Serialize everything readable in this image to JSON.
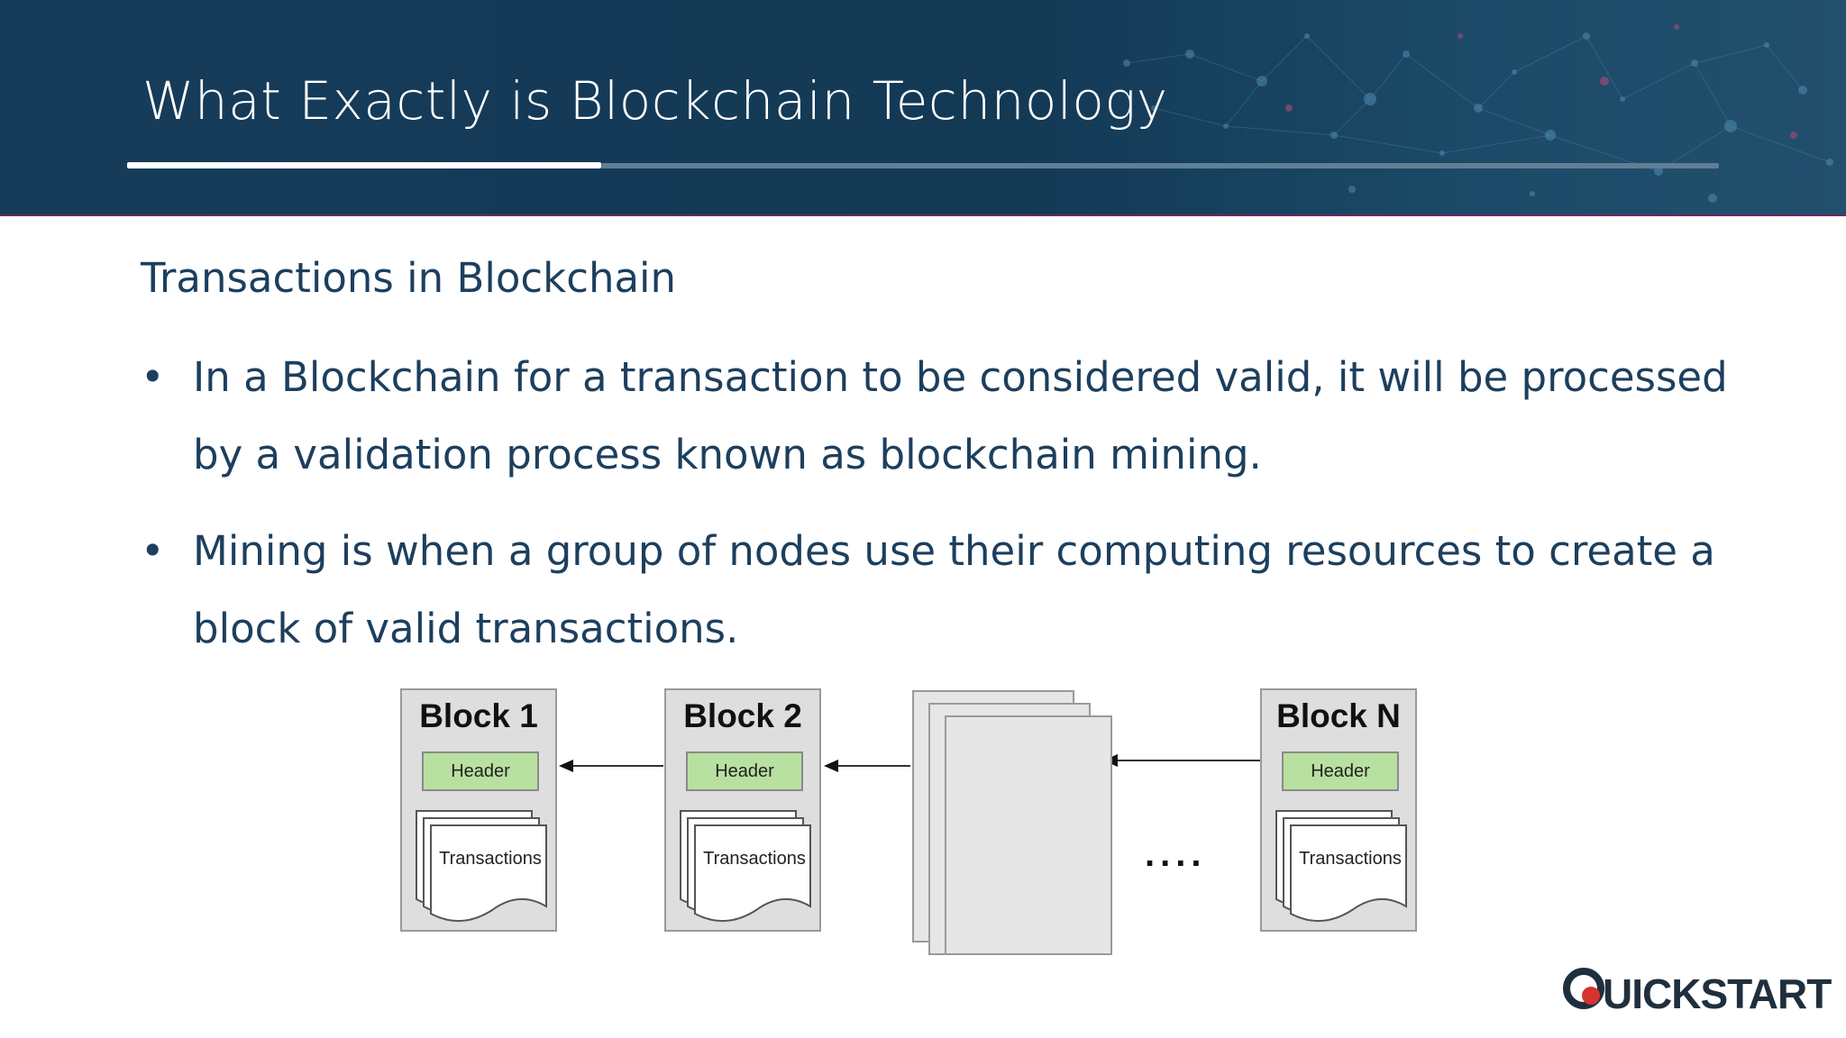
{
  "slide": {
    "title": "What Exactly is Blockchain Technology",
    "subtitle": "Transactions in Blockchain",
    "bullets": [
      {
        "marker": "•",
        "text": "In a Blockchain for a transaction to be considered valid, it will be processed by a validation process known as blockchain mining."
      },
      {
        "marker": "•",
        "text": "Mining is when a group of nodes use their computing resources to create a block of valid transactions."
      }
    ]
  },
  "diagram": {
    "blocks": [
      {
        "title": "Block 1",
        "header": "Header",
        "transactions": "Transactions"
      },
      {
        "title": "Block 2",
        "header": "Header",
        "transactions": "Transactions"
      },
      {
        "title": "Block N",
        "header": "Header",
        "transactions": "Transactions"
      }
    ],
    "ellipsis": "....",
    "colors": {
      "block_fill": "#dedede",
      "header_fill": "#b8e0a0",
      "arrow": "#333333"
    }
  },
  "logo": {
    "brand_text": "UICKSTART",
    "brand_mark": "quickstart-q-logo",
    "colors": {
      "text": "#1f2f3d",
      "accent": "#d6322f"
    }
  },
  "theme": {
    "header_background": "#163c5a",
    "title_underline": "#ffffff",
    "body_text": "#1d3f5e"
  }
}
